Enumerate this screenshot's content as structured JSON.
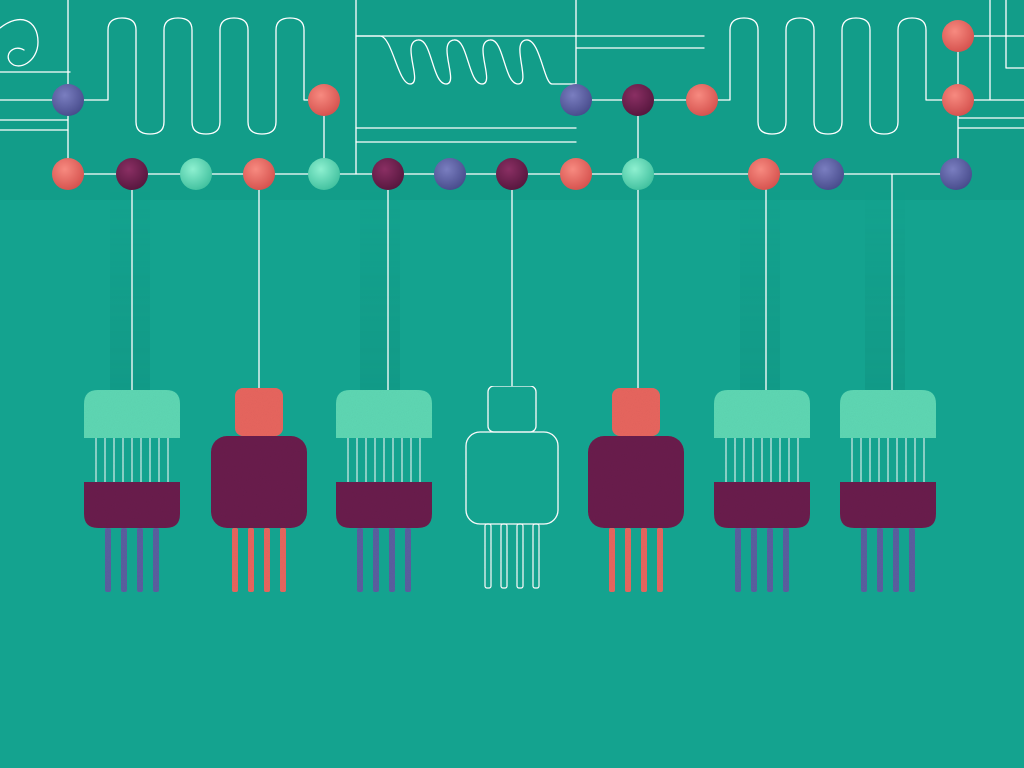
{
  "scene": {
    "subject": "circuit-board-illustration",
    "palette": {
      "background": "#14a38f",
      "line": "#ffffff",
      "mint": "#5fd8b4",
      "coral": "#e8665f",
      "plum": "#6a1f4d",
      "indigo": "#5b5fa0"
    },
    "node_colors": [
      "coral",
      "plum",
      "mint",
      "coral",
      "mint",
      "plum",
      "indigo",
      "plum",
      "coral",
      "mint",
      "coral",
      "indigo",
      "indigo"
    ],
    "top_nodes": [
      "indigo",
      "coral",
      "indigo",
      "plum",
      "coral",
      "coral",
      "coral"
    ],
    "components": [
      {
        "style": "mint-cap",
        "pins": "indigo"
      },
      {
        "style": "coral-cap",
        "pins": "coral"
      },
      {
        "style": "mint-cap",
        "pins": "indigo"
      },
      {
        "style": "outline",
        "pins": "outline"
      },
      {
        "style": "coral-cap",
        "pins": "coral"
      },
      {
        "style": "mint-cap",
        "pins": "indigo"
      },
      {
        "style": "mint-cap",
        "pins": "indigo"
      }
    ]
  }
}
